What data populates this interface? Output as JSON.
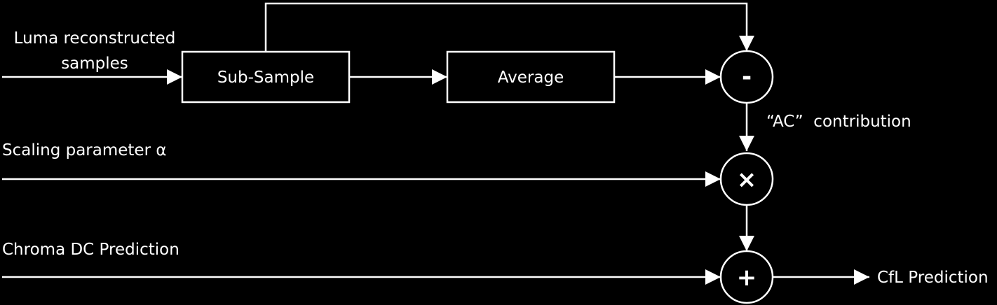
{
  "inputs": {
    "luma_line1": "Luma reconstructed",
    "luma_line2": "samples",
    "scaling": "Scaling parameter α",
    "chroma_dc": "Chroma DC Prediction"
  },
  "blocks": {
    "subsample": "Sub-Sample",
    "average": "Average"
  },
  "operators": {
    "minus": "-",
    "times": "×",
    "plus": "+"
  },
  "annotations": {
    "ac_contribution": "“AC”  contribution"
  },
  "output": {
    "cfl": "CfL Prediction"
  },
  "colors": {
    "background": "#000000",
    "foreground": "#ffffff"
  }
}
